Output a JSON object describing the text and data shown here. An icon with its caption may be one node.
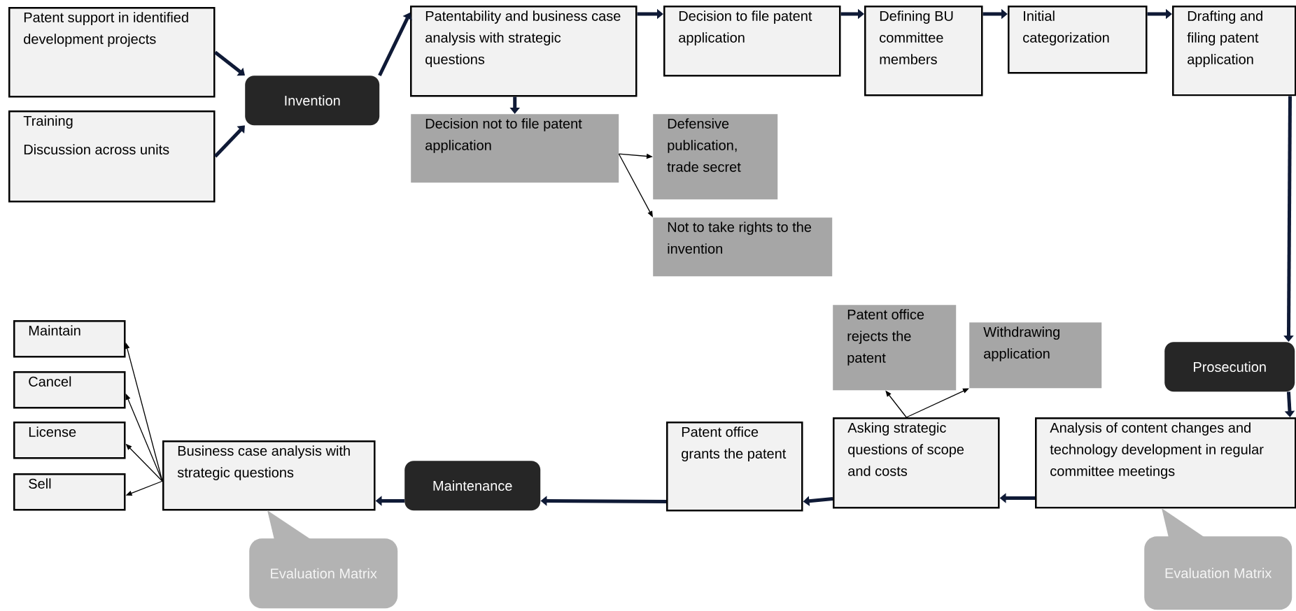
{
  "diagram": {
    "nodes": [
      {
        "text": [
          "Patent support in identified development projects"
        ]
      },
      {
        "text": [
          "Training",
          "Discussion across units"
        ]
      },
      {
        "text": [
          "Invention"
        ]
      },
      {
        "text": [
          "Patentability and business case analysis with strategic questions"
        ]
      },
      {
        "text": [
          "Decision to file patent application"
        ]
      },
      {
        "text": [
          "Defining BU committee members"
        ]
      },
      {
        "text": [
          "Initial categorization"
        ]
      },
      {
        "text": [
          "Drafting and filing patent application"
        ]
      },
      {
        "text": [
          "Decision not to file patent application"
        ]
      },
      {
        "text": [
          "Defensive publication, trade secret"
        ]
      },
      {
        "text": [
          "Not to take rights to the invention"
        ]
      },
      {
        "text": [
          "Prosecution"
        ]
      },
      {
        "text": [
          "Analysis of content changes and technology development in regular committee meetings"
        ]
      },
      {
        "text": [
          "Asking strategic questions of scope and costs"
        ]
      },
      {
        "text": [
          "Patent office rejects the patent"
        ]
      },
      {
        "text": [
          "Withdrawing application"
        ]
      },
      {
        "text": [
          "Patent office grants the patent"
        ]
      },
      {
        "text": [
          "Maintenance"
        ]
      },
      {
        "text": [
          "Business case analysis with strategic questions"
        ]
      },
      {
        "text": [
          "Maintain"
        ]
      },
      {
        "text": [
          "Cancel"
        ]
      },
      {
        "text": [
          "License"
        ]
      },
      {
        "text": [
          "Sell"
        ]
      },
      {
        "text": [
          "Evaluation Matrix"
        ]
      },
      {
        "text": [
          "Evaluation Matrix"
        ]
      }
    ],
    "edges": [
      {
        "from": 0,
        "to": 2,
        "arrow": "to"
      },
      {
        "from": 1,
        "to": 2,
        "arrow": "to"
      },
      {
        "from": 2,
        "to": 3,
        "arrow": "to"
      },
      {
        "from": 3,
        "to": 4,
        "arrow": "to"
      },
      {
        "from": 4,
        "to": 5,
        "arrow": "to"
      },
      {
        "from": 5,
        "to": 6,
        "arrow": "to"
      },
      {
        "from": 6,
        "to": 7,
        "arrow": "to"
      },
      {
        "from": 3,
        "to": 8,
        "arrow": "to"
      },
      {
        "from": 8,
        "to": 9,
        "arrow": "to",
        "color": "#000000"
      },
      {
        "from": 8,
        "to": 10,
        "arrow": "to",
        "color": "#000000"
      },
      {
        "from": 7,
        "to": 11,
        "arrow": "to"
      },
      {
        "from": 11,
        "to": 12,
        "arrow": "to"
      },
      {
        "from": 12,
        "to": 13,
        "arrow": "to"
      },
      {
        "from": 13,
        "to": 14,
        "arrow": "to",
        "color": "#000000"
      },
      {
        "from": 13,
        "to": 15,
        "arrow": "to",
        "color": "#000000"
      },
      {
        "from": 13,
        "to": 16,
        "arrow": "to"
      },
      {
        "from": 16,
        "to": 17,
        "arrow": "to"
      },
      {
        "from": 17,
        "to": 18,
        "arrow": "to"
      },
      {
        "from": 18,
        "to": 19,
        "arrow": "to",
        "color": "#000000"
      },
      {
        "from": 18,
        "to": 20,
        "arrow": "to",
        "color": "#000000"
      },
      {
        "from": 18,
        "to": 21,
        "arrow": "to",
        "color": "#000000"
      },
      {
        "from": 18,
        "to": 22,
        "arrow": "to",
        "color": "#000000"
      }
    ]
  }
}
